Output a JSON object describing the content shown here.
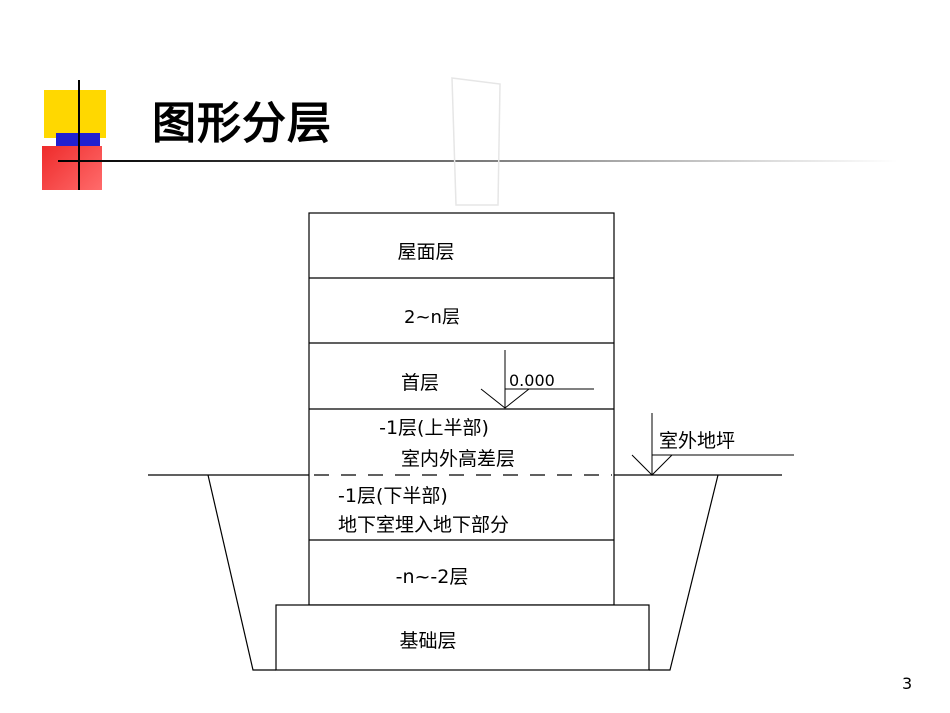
{
  "slide": {
    "title": "图形分层",
    "page_number": "3"
  },
  "diagram": {
    "layers": {
      "roof": "屋面层",
      "floors": "2~n层",
      "first": "首层",
      "b1_upper_1": "-1层(上半部)",
      "b1_upper_2": "室内外高差层",
      "b1_lower_1": "-1层(下半部)",
      "b1_lower_2": "地下室埋入地下部分",
      "basement": "-n~-2层",
      "foundation": "基础层"
    },
    "elevation_label": "0.000",
    "outdoor_label": "室外地坪"
  },
  "colors": {
    "yellow": "#ffd800",
    "blue": "#2020d0",
    "red": "#ee2b2b"
  }
}
